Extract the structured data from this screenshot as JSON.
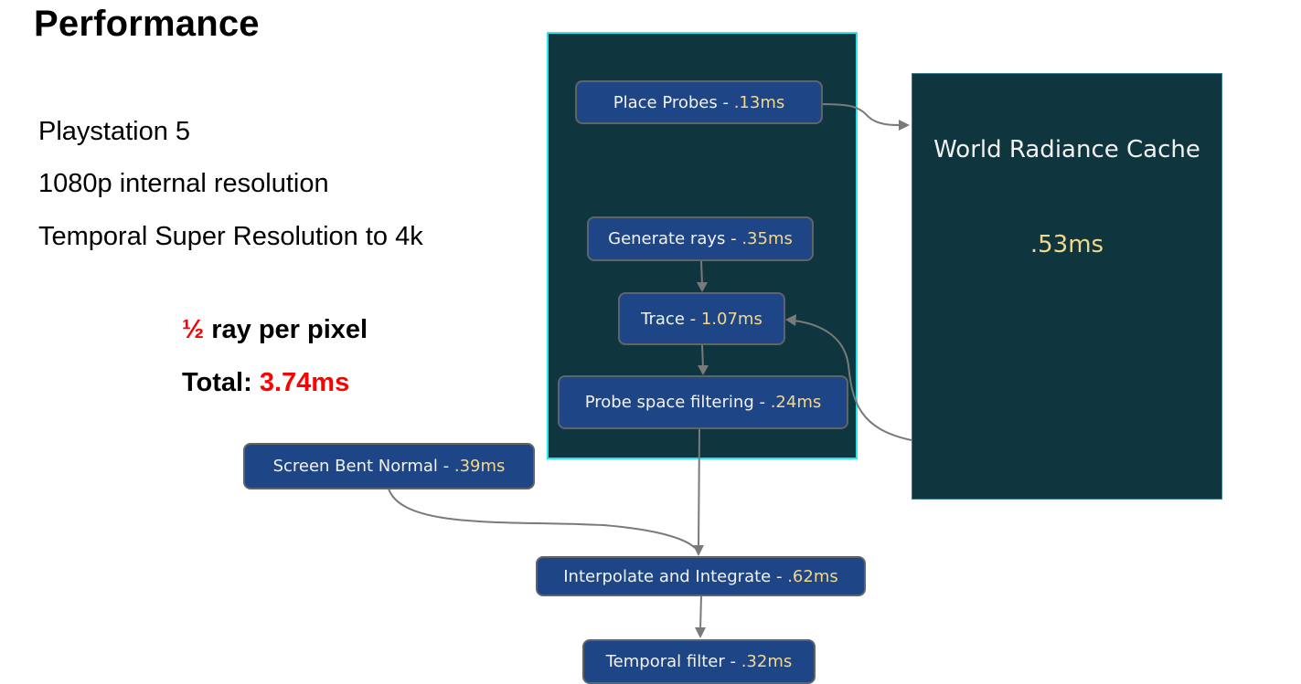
{
  "slide": {
    "title": "Performance",
    "bullets": [
      "Playstation 5",
      "1080p internal resolution",
      "Temporal Super Resolution to 4k"
    ],
    "ray_fraction": "½",
    "ray_text": " ray per pixel",
    "total_label": "Total: ",
    "total_value": "3.74ms"
  },
  "diagram": {
    "nodes": [
      {
        "id": "place-probes",
        "label": "Place Probes - ",
        "time": ".13ms"
      },
      {
        "id": "generate-rays",
        "label": "Generate rays - ",
        "time": ".35ms"
      },
      {
        "id": "trace",
        "label": "Trace - ",
        "time": "1.07ms"
      },
      {
        "id": "probe-space-filtering",
        "label": "Probe space filtering - ",
        "time": ".24ms"
      },
      {
        "id": "screen-bent-normal",
        "label": "Screen Bent Normal - ",
        "time": ".39ms"
      },
      {
        "id": "interpolate-integrate",
        "label": "Interpolate and Integrate - ",
        "time": ".62ms"
      },
      {
        "id": "temporal-filter",
        "label": "Temporal filter - ",
        "time": ".32ms"
      }
    ],
    "cache": {
      "title": "World Radiance Cache",
      "time": ".53ms"
    },
    "edges": [
      {
        "from": "place-probes",
        "to": "world-radiance-cache"
      },
      {
        "from": "generate-rays",
        "to": "trace"
      },
      {
        "from": "trace",
        "to": "probe-space-filtering"
      },
      {
        "from": "world-radiance-cache",
        "to": "trace"
      },
      {
        "from": "probe-space-filtering",
        "to": "interpolate-integrate"
      },
      {
        "from": "screen-bent-normal",
        "to": "interpolate-integrate"
      },
      {
        "from": "interpolate-integrate",
        "to": "temporal-filter"
      }
    ],
    "colors": {
      "node": "#1e4686",
      "group": "#0f353e",
      "group_border": "#22e8ee",
      "time": "#f3d88c",
      "edge": "#7a7a7a",
      "highlight": "#ff0000"
    }
  }
}
